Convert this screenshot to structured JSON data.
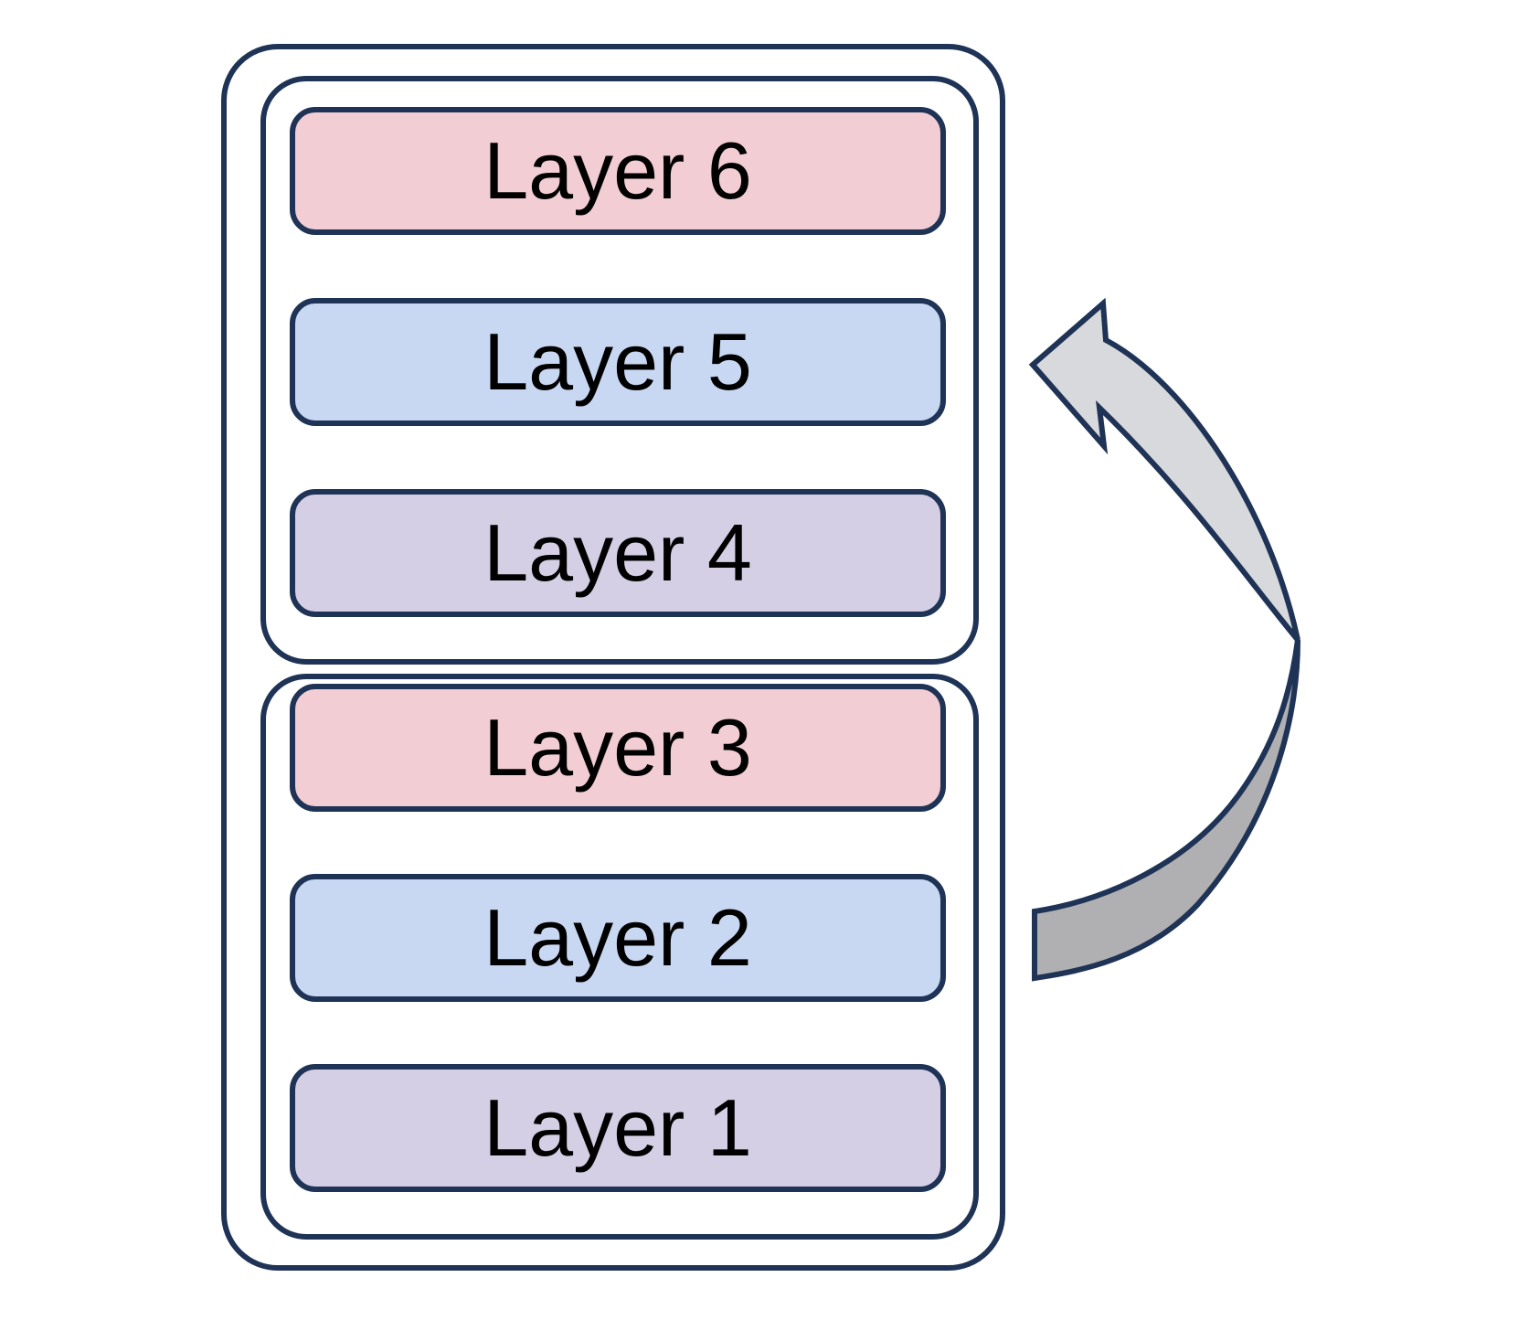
{
  "layers": [
    {
      "label": "Layer 6",
      "color": "pink"
    },
    {
      "label": "Layer 5",
      "color": "blue"
    },
    {
      "label": "Layer 4",
      "color": "lavender"
    },
    {
      "label": "Layer 3",
      "color": "pink"
    },
    {
      "label": "Layer 2",
      "color": "blue"
    },
    {
      "label": "Layer 1",
      "color": "lavender"
    }
  ],
  "groups": {
    "top_group_layers": [
      "Layer 6",
      "Layer 5",
      "Layer 4"
    ],
    "bottom_group_layers": [
      "Layer 3",
      "Layer 2",
      "Layer 1"
    ]
  },
  "arrow": {
    "icon": "curved-loop-arrow",
    "fill_light": "#d8d9dc",
    "fill_dark": "#b0b0b3"
  },
  "colors": {
    "outline": "#1e3355",
    "pink": "#f2cdd3",
    "blue": "#c9d8f2",
    "lavender": "#d5cfe5",
    "background": "#ffffff",
    "text": "#000000"
  }
}
